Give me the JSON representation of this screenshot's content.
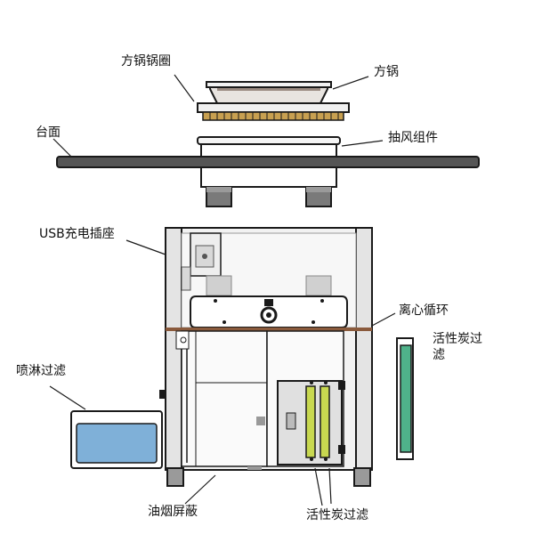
{
  "labels": {
    "square_pot_ring": "方锅锅圈",
    "square_pot": "方锅",
    "countertop": "台面",
    "fan_assembly": "抽风组件",
    "usb_socket": "USB充电插座",
    "centrifugal_circulation": "离心循环",
    "activated_carbon_filter_side": "活性炭过滤",
    "spray_filter": "喷淋过滤",
    "oil_fume_shield": "油烟屏蔽",
    "activated_carbon_filter_bottom": "活性炭过滤"
  },
  "colors": {
    "outline": "#1a1a1a",
    "countertop": "#555555",
    "grate": "#c8a050",
    "divider": "#8a5a3c",
    "water": "#7fb0d8",
    "filter_yellow": "#c8d850",
    "filter_green": "#4fb28a",
    "feet": "#7a7a7a"
  }
}
